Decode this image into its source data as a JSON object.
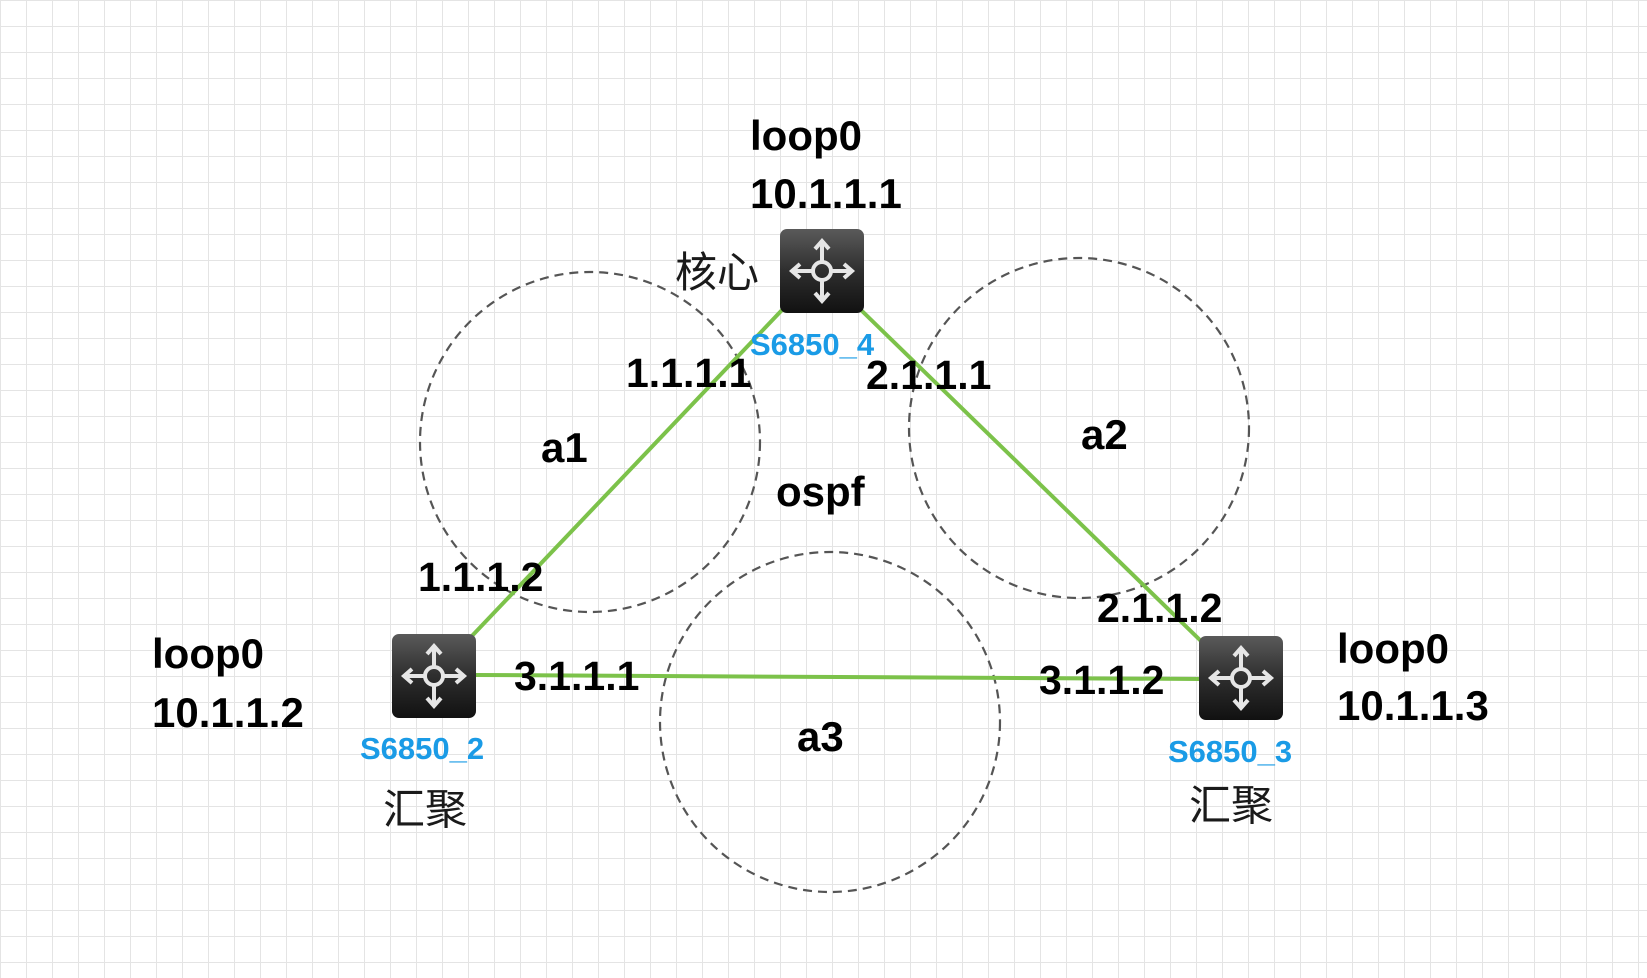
{
  "areas": {
    "a1": "a1",
    "a2": "a2",
    "a3": "a3",
    "center": "ospf"
  },
  "devices": {
    "core": {
      "name": "S6850_4",
      "role": "核心",
      "loop_label": "loop0",
      "loop_ip": "10.1.1.1"
    },
    "left": {
      "name": "S6850_2",
      "role": "汇聚",
      "loop_label": "loop0",
      "loop_ip": "10.1.1.2"
    },
    "right": {
      "name": "S6850_3",
      "role": "汇聚",
      "loop_label": "loop0",
      "loop_ip": "10.1.1.3"
    }
  },
  "links": {
    "core_left": {
      "core_ip": "1.1.1.1",
      "left_ip": "1.1.1.2"
    },
    "core_right": {
      "core_ip": "2.1.1.1",
      "right_ip": "2.1.1.2"
    },
    "left_right": {
      "left_ip": "3.1.1.1",
      "right_ip": "3.1.1.2"
    }
  },
  "colors": {
    "link": "#7cc24a",
    "device_name": "#1a9be6",
    "device_body": "#2b2b2b"
  },
  "icons": {
    "switch": "layer3-switch-icon"
  }
}
